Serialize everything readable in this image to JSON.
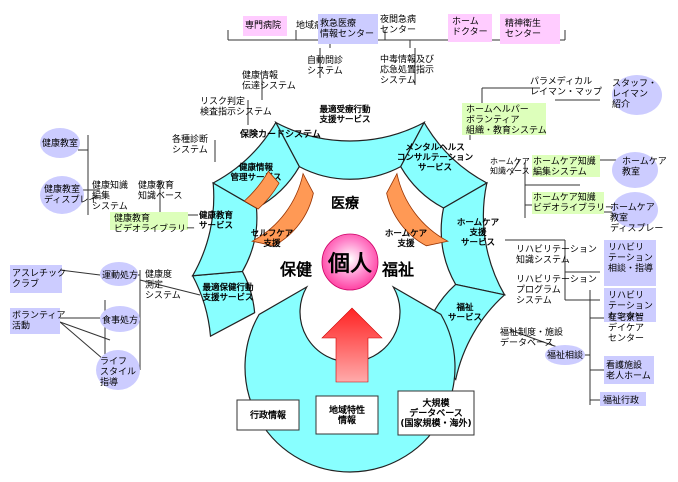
{
  "center": {
    "text": "個人"
  },
  "inner_ring": {
    "medical": "医療",
    "health": "保健",
    "welfare": "福祉"
  },
  "orange_bands": [
    {
      "lines": [
        "セルフケア",
        "支援"
      ]
    },
    {
      "lines": [
        "ホームケア",
        "支援"
      ]
    }
  ],
  "outer_segments": [
    {
      "lines": [
        "最適受療行動",
        "支援サービス"
      ]
    },
    {
      "lines": [
        "メンタルヘルス",
        "コンサルテーション",
        "サービス"
      ]
    },
    {
      "lines": [
        "ホームケア",
        "支援",
        "サービス"
      ]
    },
    {
      "lines": [
        "福祉",
        "サービス"
      ]
    },
    {
      "lines": [
        "最適保健行動",
        "支援サービス"
      ]
    },
    {
      "lines": [
        "健康教育",
        "サービス"
      ]
    },
    {
      "lines": [
        "健康情報",
        "管理サービス"
      ]
    }
  ],
  "top_boxes": {
    "specialty_hospital": "専門病院",
    "local_hospital": "地域病院",
    "emergency": [
      "救急医療",
      "情報センター"
    ],
    "overlap_label": [
      "夜間急病",
      "センター"
    ],
    "home_doctor": [
      "ホーム",
      "ドクター"
    ],
    "mental_center": [
      "精神衛生",
      "センター"
    ]
  },
  "system_labels": {
    "auto_interview": [
      "自動問診",
      "システム"
    ],
    "info_transfer": [
      "健康情報",
      "伝達システム"
    ],
    "serious_info": [
      "中毒情報及び",
      "応急処置指示",
      "システム"
    ],
    "risk_judge": [
      "リスク判定",
      "検査指示システム"
    ],
    "health_card": "保険カードシステム",
    "diagnosis": [
      "各種診断",
      "システム"
    ],
    "paramedical": [
      "パラメディカル",
      "レイマン・マップ"
    ],
    "staff_intro": [
      "スタッフ・",
      "レイマン",
      "紹介"
    ],
    "home_helper": [
      "ホームヘルパー",
      "ボランティア",
      "組織・教育システム"
    ],
    "homecare_kb": [
      "ホームケア",
      "知識ベース"
    ],
    "homecare_edu": [
      "ホームケア知識",
      "編集システム"
    ],
    "homecare_video": [
      "ホームケア知識",
      "ビデオライブラリー"
    ],
    "homecare_class": [
      "ホームケア",
      "教室"
    ],
    "homecare_display": [
      "ホームケア",
      "教室",
      "ディスプレー"
    ],
    "rehab_kb": [
      "リハビリテーション",
      "知識システム"
    ],
    "rehab_prog": [
      "リハビリテーション",
      "プログラム",
      "システム"
    ],
    "rehab_consult": [
      "リハビリ",
      "テーション",
      "相談・指導"
    ],
    "rehab_center": [
      "リハビリ",
      "テーション",
      "センター"
    ],
    "home_daycare": [
      "在宅寮智",
      "デイケア",
      "センター"
    ],
    "nursing": [
      "看護施設",
      "老人ホーム"
    ],
    "welfare_admin": "福祉行政",
    "welfare_db": [
      "福祉制度・施設",
      "データベース"
    ],
    "welfare_consult": "福祉相談",
    "health_classroom": "健康教室",
    "health_display": [
      "健康教室",
      "ディスプレイ"
    ],
    "health_edit": [
      "健康知識",
      "編集",
      "システム"
    ],
    "health_kb": [
      "健康教育",
      "知識ベース"
    ],
    "health_video": [
      "健康教育",
      "ビデオライブラリー"
    ],
    "athletic": [
      "アスレチック",
      "クラブ"
    ],
    "exercise": "運動処方",
    "measure": [
      "健康度",
      "測定",
      "システム"
    ],
    "volunteer": [
      "ボランティア",
      "活動"
    ],
    "diet": "食事処方",
    "lifestyle": [
      "ライフ",
      "スタイル",
      "指導"
    ]
  },
  "bottom_boxes": [
    {
      "lines": [
        "行政情報"
      ]
    },
    {
      "lines": [
        "地域特性",
        "情報"
      ]
    },
    {
      "lines": [
        "大規模",
        "データベース",
        "(国家規模・海外)"
      ]
    }
  ],
  "colors": {
    "cyan": "#88ffff",
    "orange": "#ff9955",
    "lavender": "#ccccff",
    "pink": "#ffccff",
    "lightgreen": "#ddffbb",
    "arrow": "#ff3333"
  }
}
